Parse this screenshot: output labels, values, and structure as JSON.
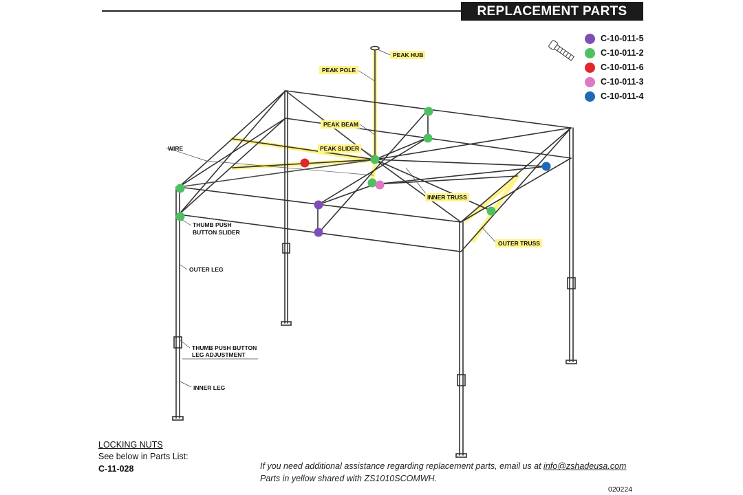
{
  "title": "REPLACEMENT PARTS",
  "legend": [
    {
      "code": "C-10-011-5",
      "color": "#7b4fb5"
    },
    {
      "code": "C-10-011-2",
      "color": "#4fc062"
    },
    {
      "code": "C-10-011-6",
      "color": "#e3262b"
    },
    {
      "code": "C-10-011-3",
      "color": "#dd78c2"
    },
    {
      "code": "C-10-011-4",
      "color": "#1f69b6"
    }
  ],
  "legend_icon": "bolt-icon",
  "highlight_color": "#fff799",
  "labels": {
    "peak_hub": "PEAK HUB",
    "peak_pole": "PEAK POLE",
    "peak_beam": "PEAK BEAM",
    "peak_slider": "PEAK SLIDER",
    "inner_truss": "INNER TRUSS",
    "outer_truss": "OUTER TRUSS",
    "wire": "WIRE",
    "thumb_push_button_slider_1": "THUMB PUSH",
    "thumb_push_button_slider_2": "BUTTON SLIDER",
    "outer_leg": "OUTER LEG",
    "thumb_push_leg_adjust_1": "THUMB PUSH BUTTON",
    "thumb_push_leg_adjust_2": "LEG ADJUSTMENT",
    "inner_leg": "INNER LEG"
  },
  "locking_nuts": {
    "heading": "LOCKING NUTS",
    "line": "See below in Parts List:",
    "code": "C-11-028"
  },
  "footer": {
    "assist_text": "If you need additional assistance regarding replacement parts, email us at ",
    "email": "info@zshadeusa.com",
    "shared_note": "Parts in yellow shared with ZS1010SCOMWH.",
    "doc_number": "020224"
  }
}
